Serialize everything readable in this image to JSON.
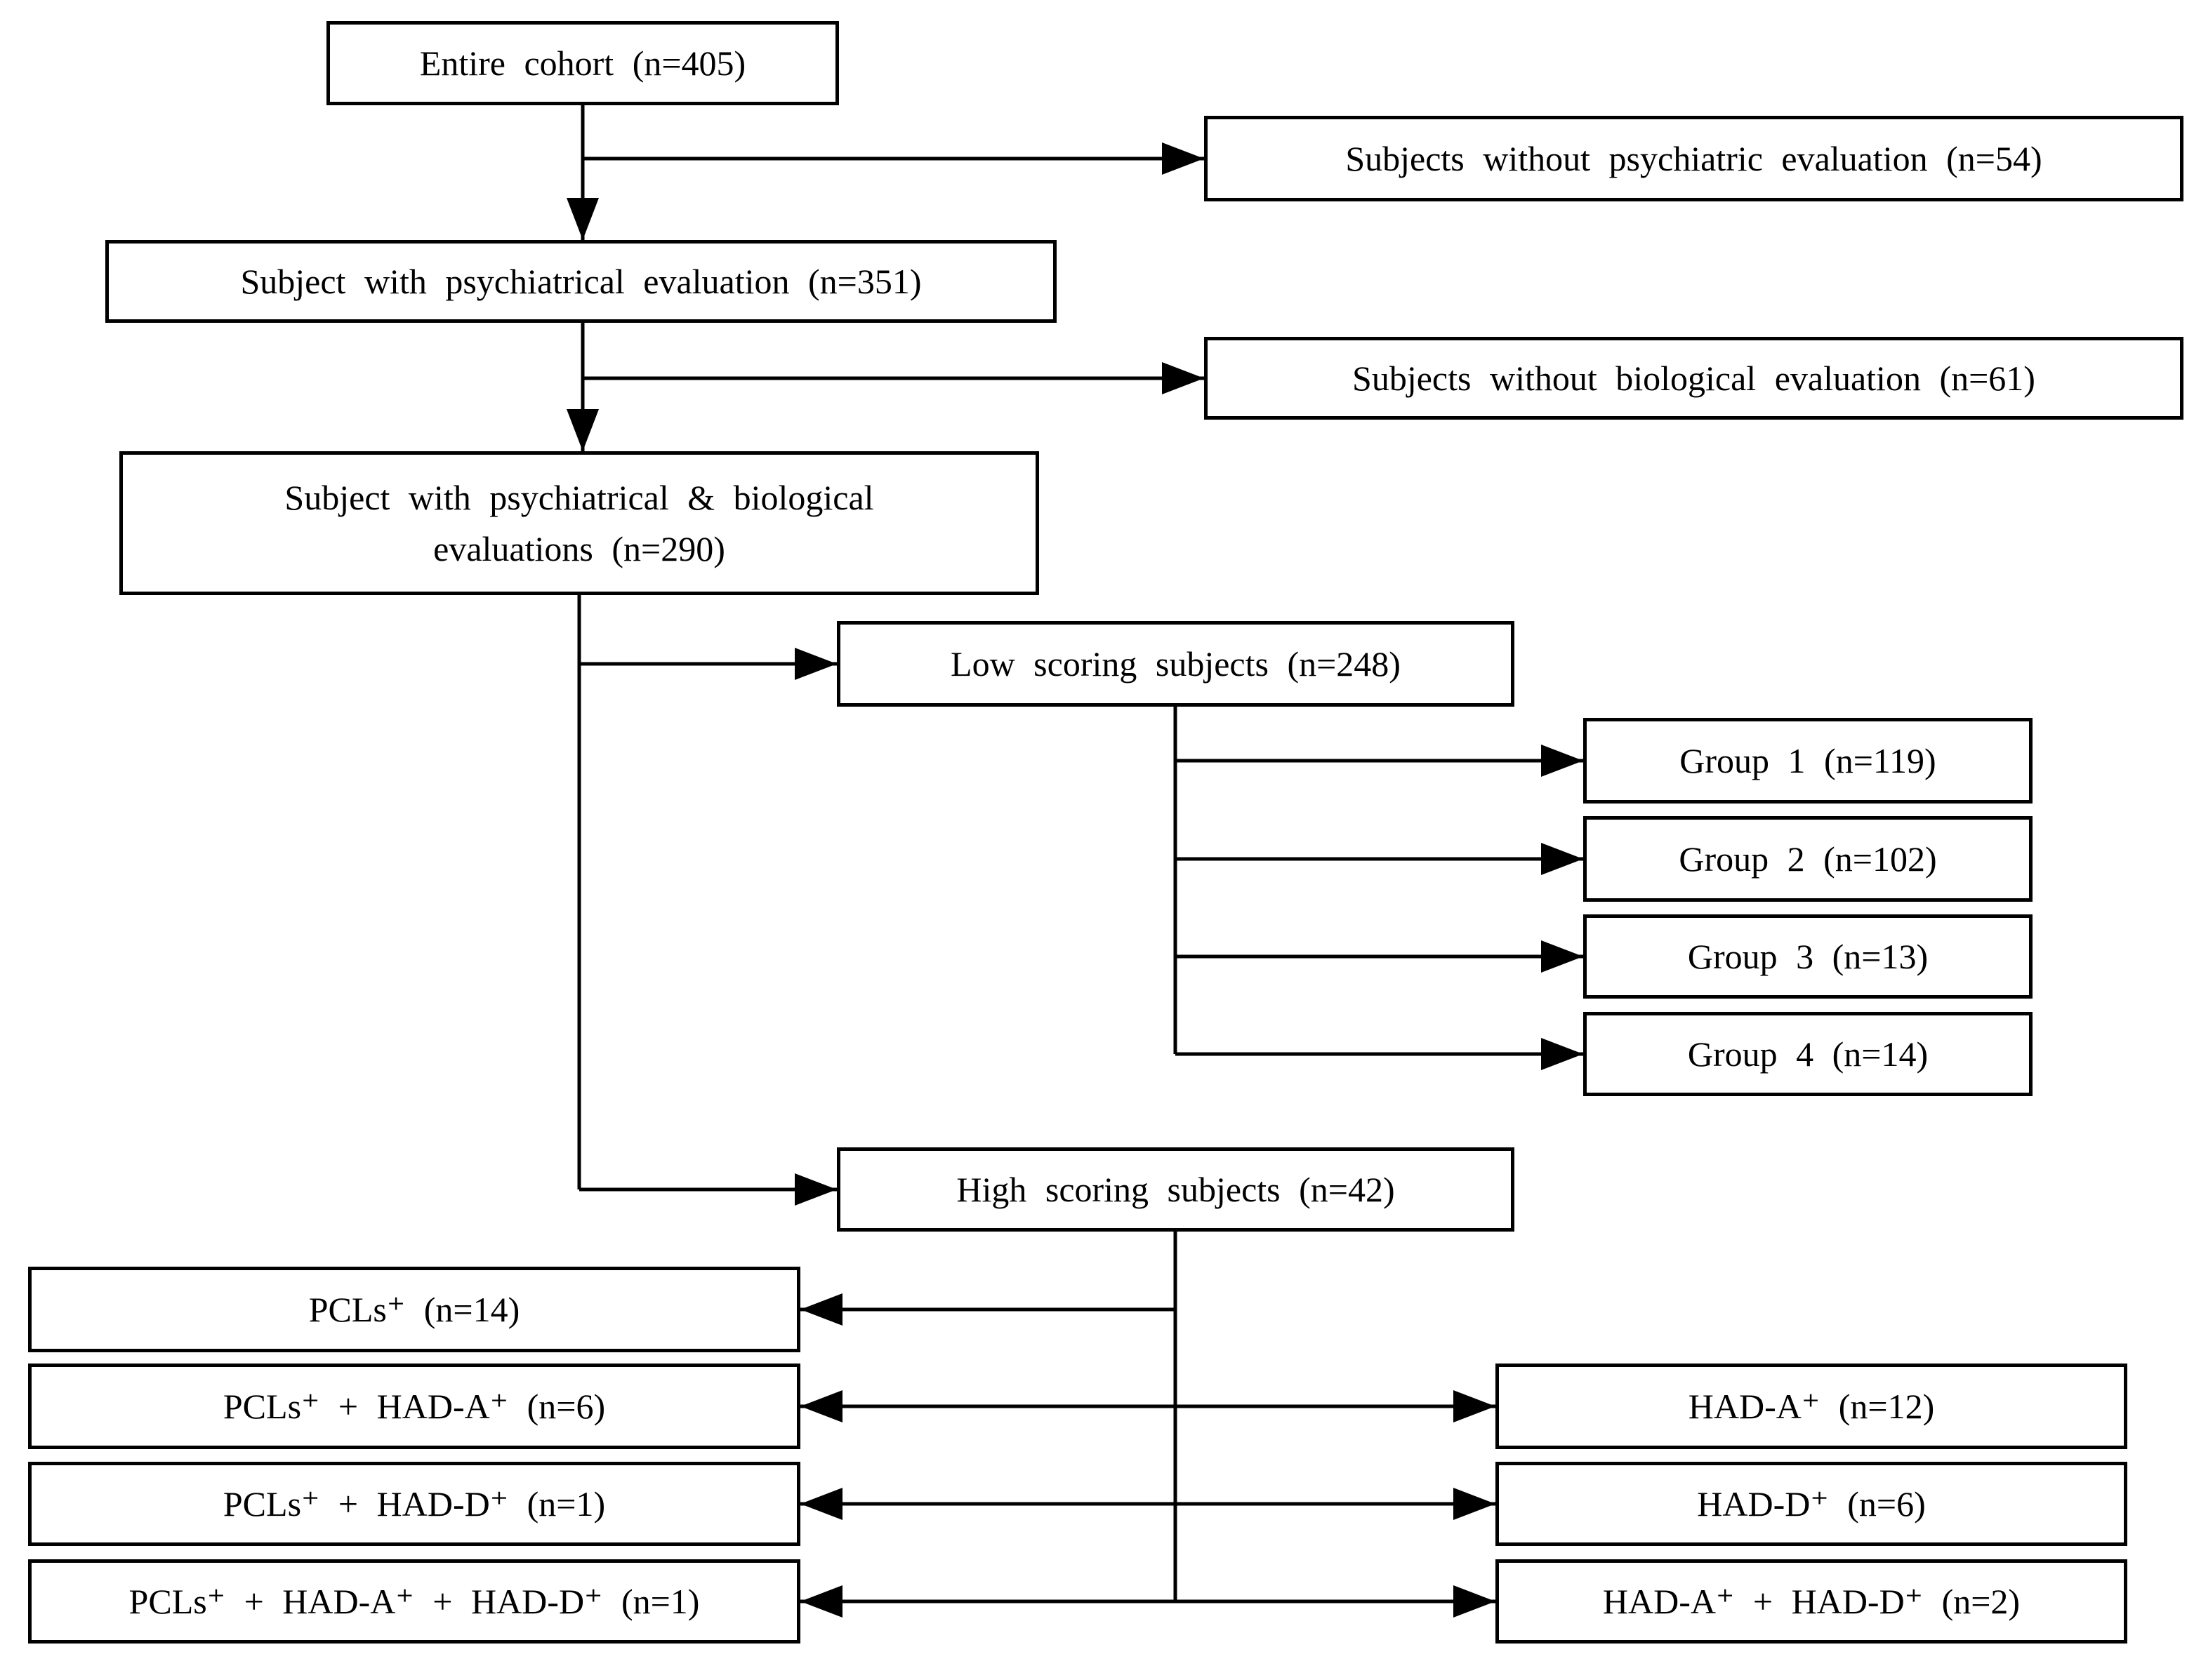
{
  "diagram": {
    "type": "flowchart",
    "background_color": "#ffffff",
    "line_color": "#000000",
    "box_border_color": "#000000",
    "nodes": {
      "entire_cohort": {
        "label": "Entire cohort (n=405)"
      },
      "no_psych_eval": {
        "label": "Subjects without psychiatric evaluation (n=54)"
      },
      "psych_eval": {
        "label": "Subject with psychiatrical evaluation (n=351)"
      },
      "no_bio_eval": {
        "label": "Subjects without biological evaluation (n=61)"
      },
      "psych_bio_eval": {
        "lines": [
          "Subject with psychiatrical & biological",
          "evaluations (n=290)"
        ]
      },
      "low_scoring": {
        "label": "Low scoring subjects (n=248)"
      },
      "group1": {
        "label": "Group 1 (n=119)"
      },
      "group2": {
        "label": "Group 2 (n=102)"
      },
      "group3": {
        "label": "Group 3 (n=13)"
      },
      "group4": {
        "label": "Group 4 (n=14)"
      },
      "high_scoring": {
        "label": "High scoring subjects (n=42)"
      },
      "pcls": {
        "label": "PCLs⁺ (n=14)"
      },
      "pcls_hada": {
        "label": "PCLs⁺ + HAD-A⁺ (n=6)"
      },
      "pcls_hadd": {
        "label": "PCLs⁺ + HAD-D⁺ (n=1)"
      },
      "pcls_hada_hadd": {
        "label": "PCLs⁺ + HAD-A⁺ + HAD-D⁺ (n=1)"
      },
      "hada": {
        "label": "HAD-A⁺ (n=12)"
      },
      "hadd": {
        "label": "HAD-D⁺ (n=6)"
      },
      "hada_hadd": {
        "label": "HAD-A⁺ + HAD-D⁺ (n=2)"
      }
    },
    "edges": [
      {
        "from": "entire_cohort",
        "to": "no_psych_eval"
      },
      {
        "from": "entire_cohort",
        "to": "psych_eval"
      },
      {
        "from": "psych_eval",
        "to": "no_bio_eval"
      },
      {
        "from": "psych_eval",
        "to": "psych_bio_eval"
      },
      {
        "from": "psych_bio_eval",
        "to": "low_scoring"
      },
      {
        "from": "psych_bio_eval",
        "to": "high_scoring"
      },
      {
        "from": "low_scoring",
        "to": "group1"
      },
      {
        "from": "low_scoring",
        "to": "group2"
      },
      {
        "from": "low_scoring",
        "to": "group3"
      },
      {
        "from": "low_scoring",
        "to": "group4"
      },
      {
        "from": "high_scoring",
        "to": "pcls"
      },
      {
        "from": "high_scoring",
        "to": "pcls_hada"
      },
      {
        "from": "high_scoring",
        "to": "pcls_hadd"
      },
      {
        "from": "high_scoring",
        "to": "pcls_hada_hadd"
      },
      {
        "from": "high_scoring",
        "to": "hada"
      },
      {
        "from": "high_scoring",
        "to": "hadd"
      },
      {
        "from": "high_scoring",
        "to": "hada_hadd"
      }
    ]
  }
}
